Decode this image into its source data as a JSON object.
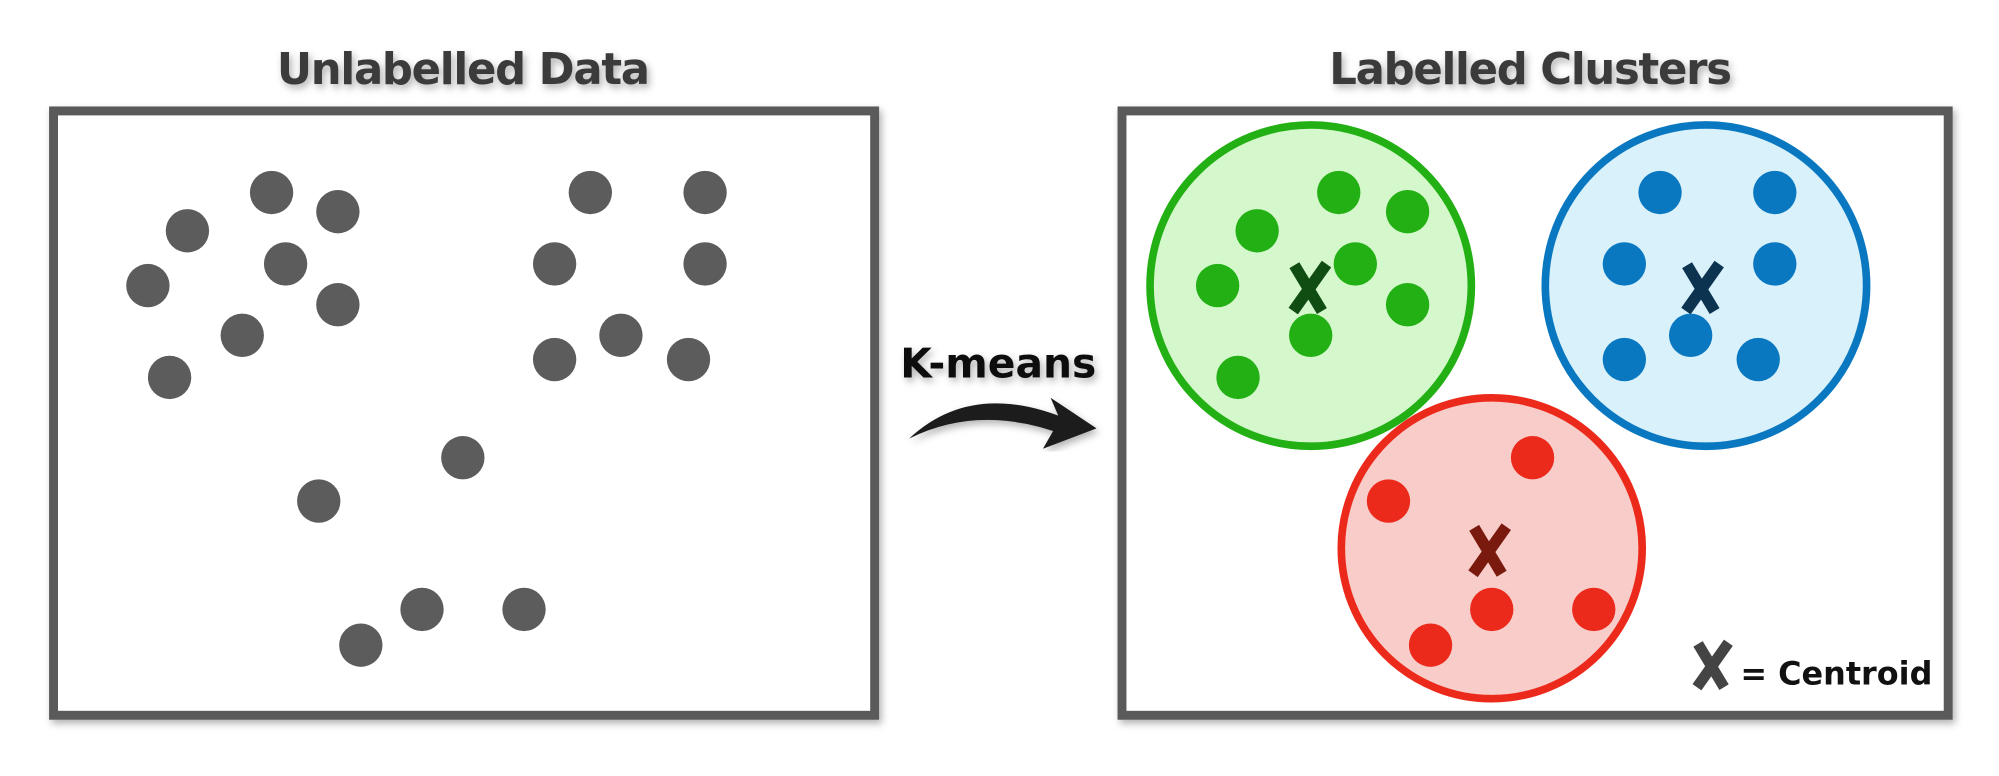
{
  "left_panel": {
    "title": "Unlabelled Data"
  },
  "right_panel": {
    "title": "Labelled Clusters"
  },
  "arrow": {
    "label": "K-means"
  },
  "legend": {
    "symbol": "X",
    "label": "= Centroid"
  },
  "colors": {
    "frame": "#5a5a5a",
    "unlabelled_point": "#5c5c5c",
    "cluster_green": "#22b014",
    "cluster_green_fill": "#d4f7cc",
    "cluster_green_centroid": "#0f4d12",
    "cluster_blue": "#0a78c0",
    "cluster_blue_fill": "#d9f1fb",
    "cluster_blue_centroid": "#0c3350",
    "cluster_red": "#ec2a1c",
    "cluster_red_fill": "#f8cdc9",
    "cluster_red_centroid": "#7a1a0e"
  }
}
